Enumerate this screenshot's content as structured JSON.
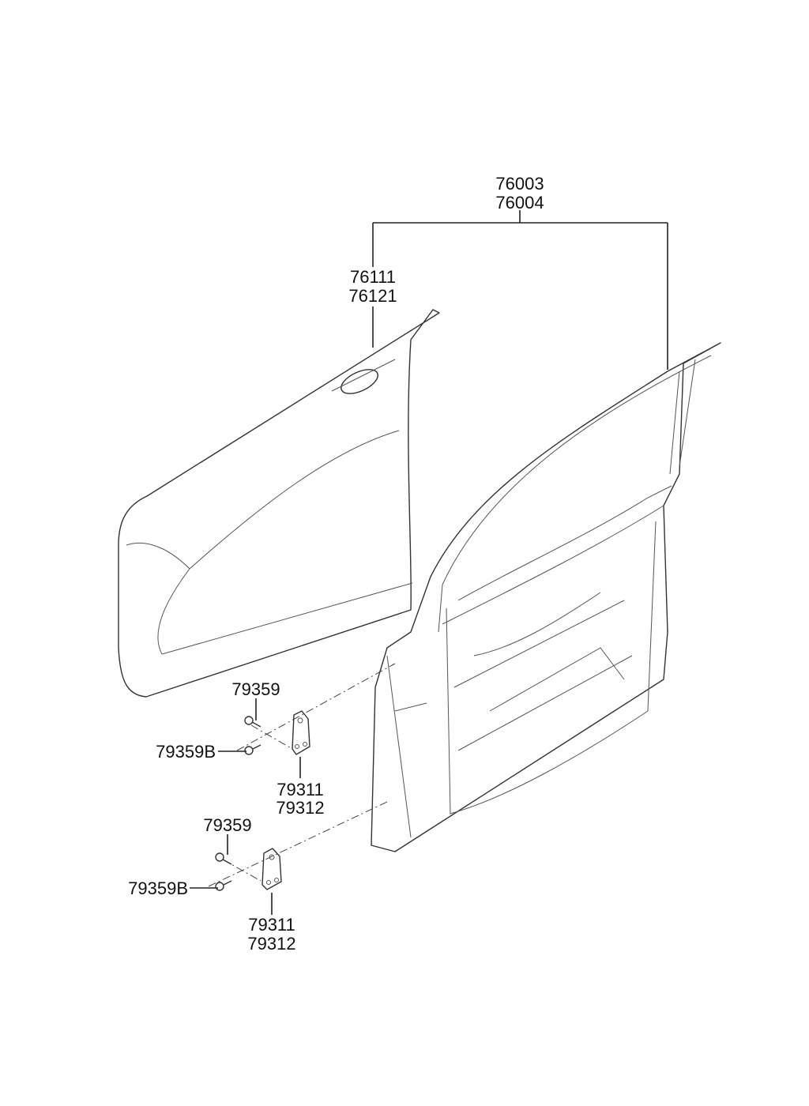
{
  "diagram": {
    "labels": {
      "door_assy_lh": "76003",
      "door_assy_rh": "76004",
      "outer_panel_lh": "76111",
      "outer_panel_rh": "76121",
      "upper_bolt": "79359",
      "upper_bolt_b": "79359B",
      "upper_hinge_lh": "79311",
      "upper_hinge_rh": "79312",
      "lower_bolt": "79359",
      "lower_bolt_b": "79359B",
      "lower_hinge_lh": "79311",
      "lower_hinge_rh": "79312"
    }
  }
}
